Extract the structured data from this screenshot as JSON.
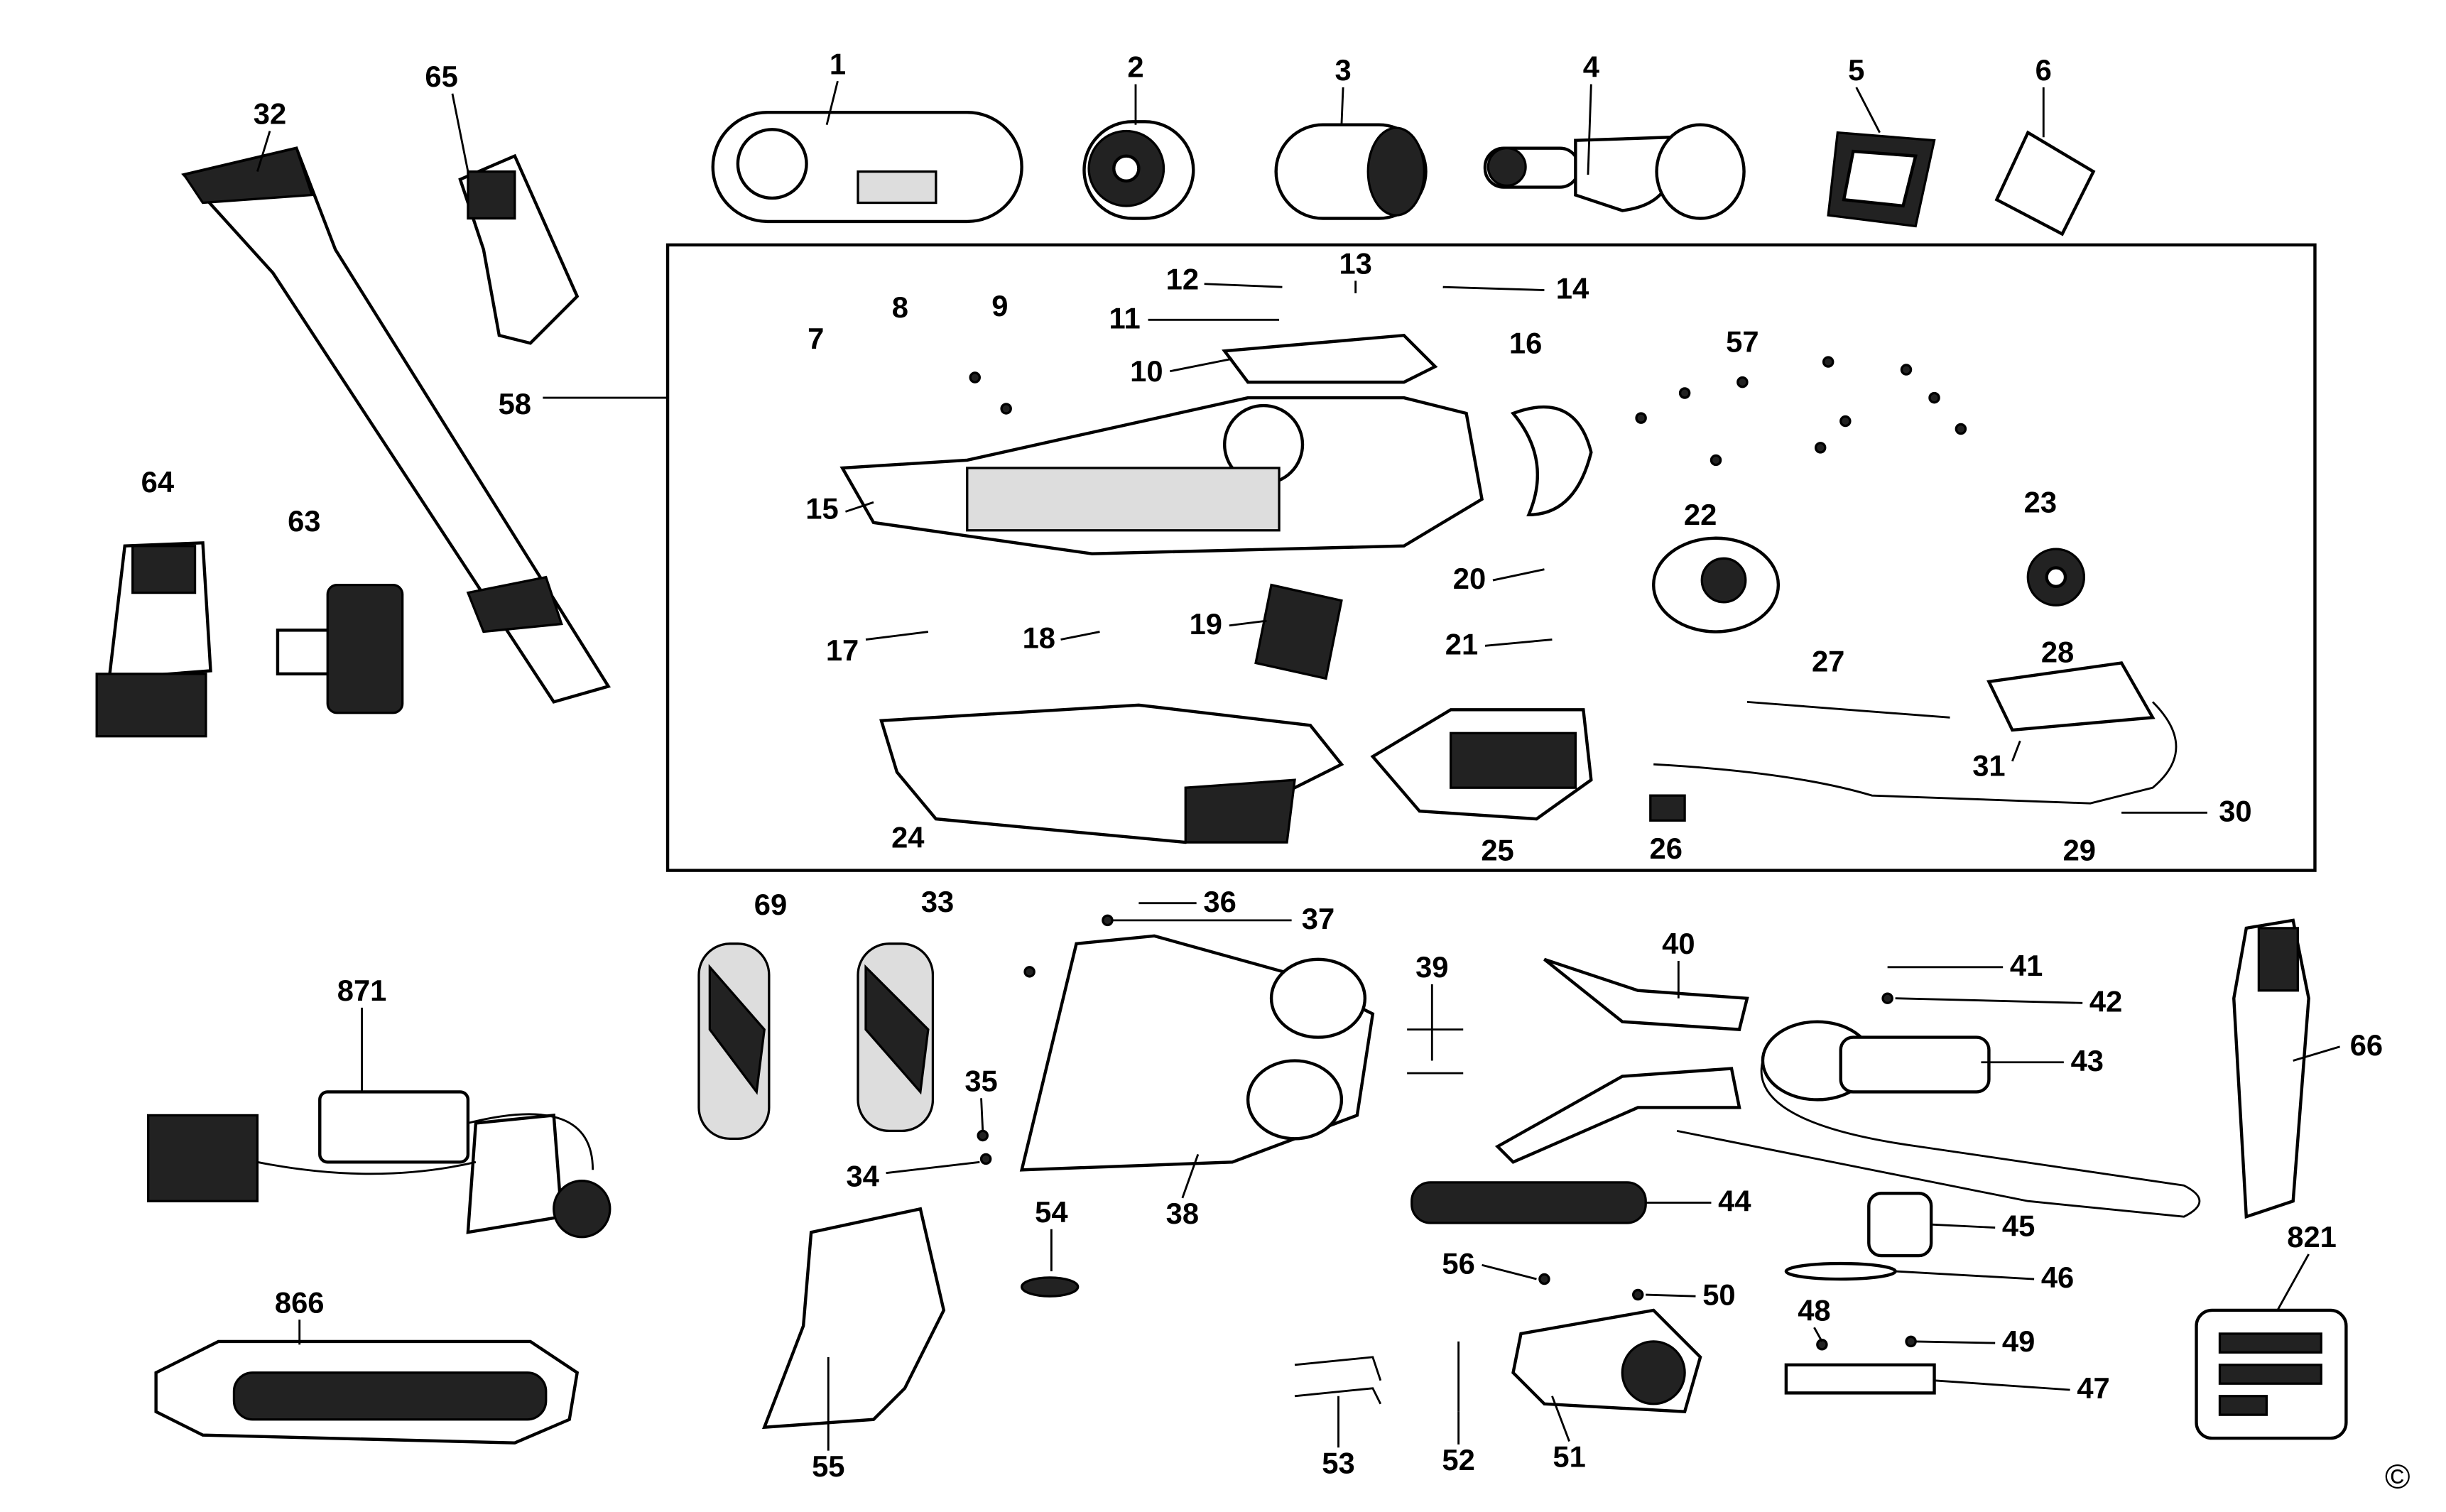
{
  "labels": {
    "1": "1",
    "2": "2",
    "3": "3",
    "4": "4",
    "5": "5",
    "6": "6",
    "7": "7",
    "8": "8",
    "9": "9",
    "10": "10",
    "11": "11",
    "12": "12",
    "13": "13",
    "14": "14",
    "15": "15",
    "16": "16",
    "17": "17",
    "18": "18",
    "19": "19",
    "20": "20",
    "21": "21",
    "22": "22",
    "23": "23",
    "24": "24",
    "25": "25",
    "26": "26",
    "27": "27",
    "28": "28",
    "29": "29",
    "30": "30",
    "31": "31",
    "32": "32",
    "33": "33",
    "34": "34",
    "35": "35",
    "36": "36",
    "37": "37",
    "38": "38",
    "39": "39",
    "40": "40",
    "41": "41",
    "42": "42",
    "43": "43",
    "44": "44",
    "45": "45",
    "46": "46",
    "47": "47",
    "48": "48",
    "49": "49",
    "50": "50",
    "51": "51",
    "52": "52",
    "53": "53",
    "54": "54",
    "55": "55",
    "56": "56",
    "57": "57",
    "58": "58",
    "63": "63",
    "64": "64",
    "65": "65",
    "66": "66",
    "69": "69",
    "821": "821",
    "866": "866",
    "871": "871"
  },
  "copyright": "©"
}
